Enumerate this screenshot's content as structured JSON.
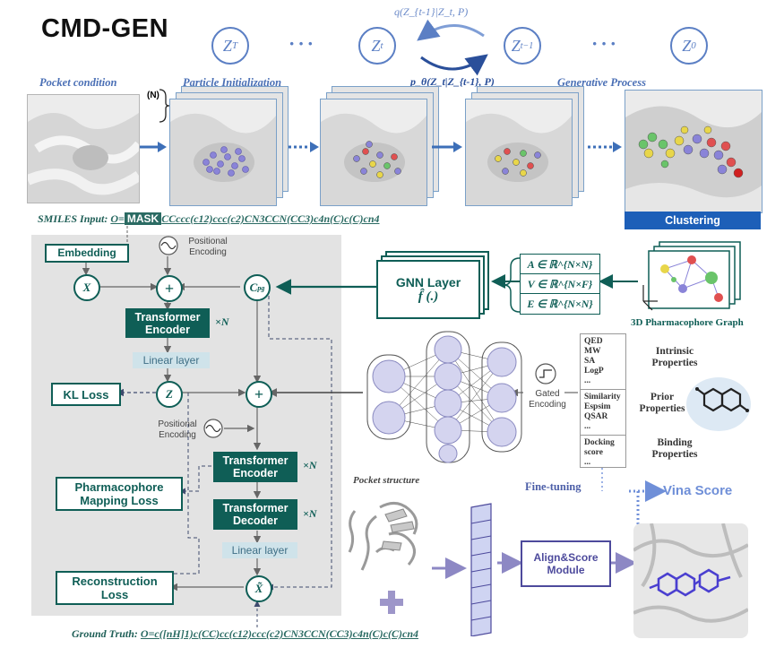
{
  "title": "CMD-GEN",
  "diffusion": {
    "states": [
      "Z_T",
      "Z_t",
      "Z_{t-1}",
      "Z_0"
    ],
    "forward_label": "q(Z_{t-1}|Z_t, P)",
    "reverse_label": "p_θ(Z_t|Z_{t-1}, P)",
    "ellipsis": "···"
  },
  "sections": {
    "pocket_condition": "Pocket condition",
    "particle_init": "Particle Initialization",
    "generative_process": "Generative Process",
    "n_label": "(N)",
    "clustering": "Clustering"
  },
  "smiles_input": {
    "label": "SMILES Input:",
    "prefix": "O=",
    "mask": "MASK",
    "suffix": "CCccc(c12)ccc(c2)CN3CCN(CC3)c4n(C)c(C)cn4"
  },
  "ground_truth": {
    "label": "Ground Truth:",
    "value": "O=c([nH]1)c(CC)cc(c12)ccc(c2)CN3CCN(CC3)c4n(C)c(C)cn4"
  },
  "encoder_block": {
    "embedding": "Embedding",
    "positional_encoding": "Positional Encoding",
    "x_node": "X",
    "cpg_node": "C",
    "cpg_sub": "pg",
    "transformer_encoder": "Transformer Encoder",
    "times_n": "×N",
    "linear_layer": "Linear layer",
    "kl_loss": "KL Loss",
    "z_node": "Z",
    "positional_encoding_2": "Positional Encoding",
    "transformer_encoder_2": "Transformer Encoder",
    "transformer_decoder": "Transformer Decoder",
    "linear_layer_2": "Linear layer",
    "xtilde_node": "X̃",
    "pharmacophore_loss": "Pharmacophore Mapping Loss",
    "reconstruction_loss": "Reconstruction Loss"
  },
  "gnn": {
    "title": "GNN Layer",
    "func": "f̂ (.)",
    "matrices": [
      "A ∈ ℝ^{N×N}",
      "V ∈ ℝ^{N×F}",
      "E ∈ ℝ^{N×N}"
    ],
    "graph_label": "3D Pharmacophore Graph"
  },
  "properties": {
    "gated_encoding": "Gated Encoding",
    "list_group1": [
      "QED",
      "MW",
      "SA",
      "LogP",
      "..."
    ],
    "list_group2": [
      "Similarity",
      "Espsim",
      "QSAR",
      "..."
    ],
    "list_group3": [
      "Docking",
      "score",
      "..."
    ],
    "intrinsic": "Intrinsic Properties",
    "prior": "Prior Properties",
    "binding": "Binding Properties"
  },
  "finetune": {
    "pocket_structure": "Pocket structure",
    "fine_tuning": "Fine-tuning",
    "vina_score": "Vina Score",
    "align_module": "Align&Score Module"
  },
  "colors": {
    "teal": "#0f5e56",
    "blue": "#4a6fb5",
    "purple": "#4d4a9c",
    "clustering": "#1d5fb8",
    "vina": "#6f8fd8"
  }
}
